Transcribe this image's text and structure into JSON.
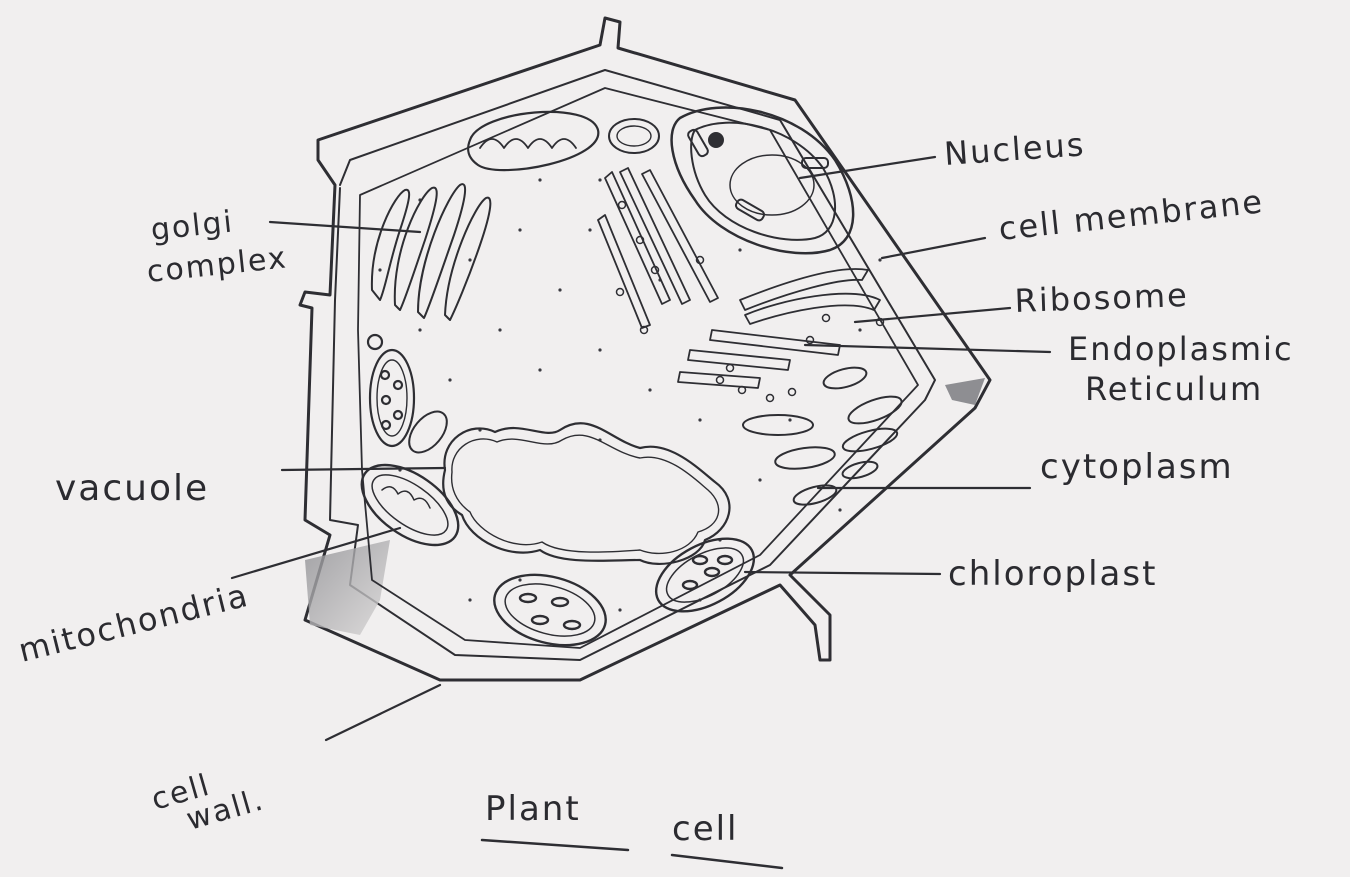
{
  "title": {
    "word1": "Plant",
    "word2": "cell"
  },
  "labels": {
    "nucleus": "Nucleus",
    "cell_membrane": "cell membrane",
    "ribosome": "Ribosome",
    "er_line1": "Endoplasmic",
    "er_line2": "Reticulum",
    "cytoplasm": "cytoplasm",
    "chloroplast": "chloroplast",
    "golgi_line1": "golgi",
    "golgi_line2": "complex",
    "vacuole": "vacuole",
    "mitochondria": "mitochondria",
    "cell_wall_line1": "cell",
    "cell_wall_line2": "wall."
  },
  "colors": {
    "paper": "#f1efef",
    "ink": "#2e2e33",
    "shade": "#9a9a9e"
  }
}
